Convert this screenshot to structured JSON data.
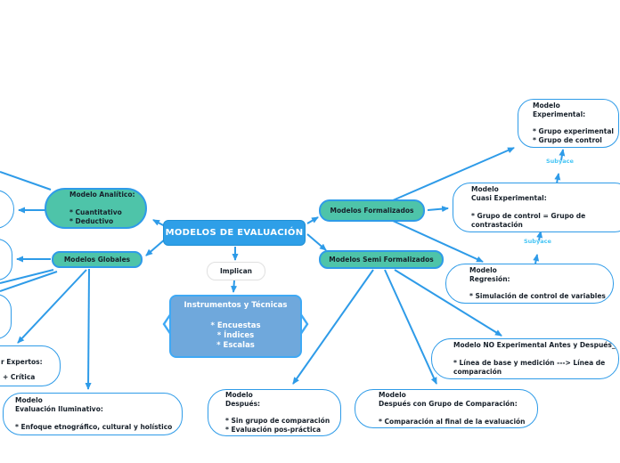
{
  "center": {
    "title": "MODELOS DE EVALUACIÓN"
  },
  "nodes": {
    "analitico": "Modelo Analítico:\n\n* Cuantitativo\n* Deductivo",
    "globales": "Modelos Globales",
    "formalizados": "Modelos Formalizados",
    "semi_formalizados": "Modelos Semi Formalizados",
    "experimental": "Modelo\nExperimental:\n\n* Grupo experimental\n* Grupo de control",
    "cuasi_experimental": "Modelo\nCuasi Experimental:\n\n* Grupo de control = Grupo de\ncontrastación",
    "regresion": "Modelo\nRegresión:\n\n* Simulación de control de variables",
    "no_experimental": "Modelo NO Experimental Antes y Después_\n\n* Línea de base y medición ---> Línea de\ncomparación",
    "despues_con_grupo": "Modelo\nDespués con Grupo de Comparación:\n\n* Comparación al final de la evaluación",
    "despues": "Modelo\nDespués:\n\n* Sin grupo de comparación\n* Evaluación pos-práctica",
    "iluminativo": "Modelo\nEvaluación Iluminativo:\n\n* Enfoque etnográfico, cultural y holístico",
    "implican": "Implican",
    "instrumentos": "Instrumentos y Técnicas\n\n* Encuestas\n* Índices\n* Escalas",
    "expertos_fragment_line1": "r Expertos:",
    "expertos_fragment_line2": "+ Crítica"
  },
  "labels": {
    "subyace_upper": "Subyace",
    "subyace_lower": "Subyace"
  },
  "colors": {
    "connector_blue": "#2E9BE8",
    "center_fill": "#2E9FE8",
    "teal_fill": "#4EC4A9",
    "instrumentos_fill": "#6FA8DC",
    "instrumentos_border": "#3FA9F5",
    "subyace_text": "#45C5F5"
  }
}
